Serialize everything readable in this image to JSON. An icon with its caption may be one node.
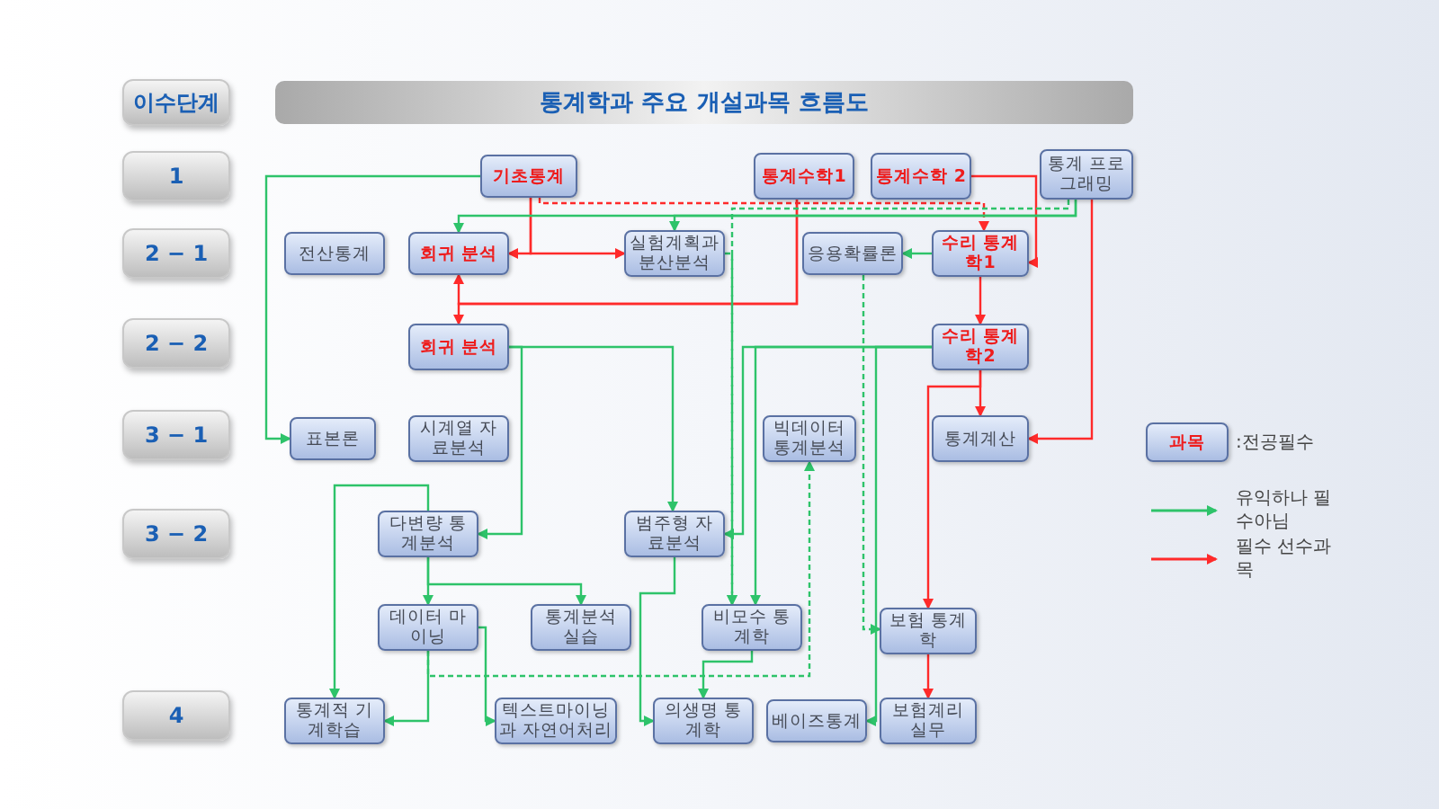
{
  "diagram": {
    "title": "통계학과 주요 개설과목 흐름도",
    "nodes": [
      {
        "text": [
          "이수단계"
        ]
      },
      {
        "text": [
          "1"
        ]
      },
      {
        "text": [
          "2 − 1"
        ]
      },
      {
        "text": [
          "2 − 2"
        ]
      },
      {
        "text": [
          "3 − 1"
        ]
      },
      {
        "text": [
          "3 − 2"
        ]
      },
      {
        "text": [
          "4"
        ]
      },
      {
        "text": [
          "기초통계"
        ]
      },
      {
        "text": [
          "통계수학1"
        ]
      },
      {
        "text": [
          "통계수학 2"
        ]
      },
      {
        "text": [
          "통계 프로그래밍"
        ]
      },
      {
        "text": [
          "전산통계"
        ]
      },
      {
        "text": [
          "회귀 분석"
        ]
      },
      {
        "text": [
          "실험계획과 분산분석"
        ]
      },
      {
        "text": [
          "응용확률론"
        ]
      },
      {
        "text": [
          "수리 통계학1"
        ]
      },
      {
        "text": [
          "회귀 분석"
        ]
      },
      {
        "text": [
          "수리 통계학2"
        ]
      },
      {
        "text": [
          "표본론"
        ]
      },
      {
        "text": [
          "시계열 자료분석"
        ]
      },
      {
        "text": [
          "빅데이터 통계분석"
        ]
      },
      {
        "text": [
          "통계계산"
        ]
      },
      {
        "text": [
          "다변량 통계분석"
        ]
      },
      {
        "text": [
          "범주형 자료분석"
        ]
      },
      {
        "text": [
          "데이터 마이닝"
        ]
      },
      {
        "text": [
          "통계분석 실습"
        ]
      },
      {
        "text": [
          "비모수 통계학"
        ]
      },
      {
        "text": [
          "보험 통계학"
        ]
      },
      {
        "text": [
          "통계적 기계학습"
        ]
      },
      {
        "text": [
          "텍스트마이닝과 자연어처리"
        ]
      },
      {
        "text": [
          "의생명 통계학"
        ]
      },
      {
        "text": [
          "베이즈통계"
        ]
      },
      {
        "text": [
          "보험계리 실무"
        ]
      },
      {
        "text": [
          "과목"
        ],
        "beside": [
          ":전공필수"
        ]
      }
    ],
    "edges": [
      {
        "from": 7,
        "to": 12,
        "arrow": "to",
        "color": "#ff2a2a"
      },
      {
        "from": 7,
        "to": 13,
        "arrow": "to",
        "color": "#ff2a2a"
      },
      {
        "from": 8,
        "to": 12,
        "arrow": "to",
        "color": "#ff2a2a"
      },
      {
        "from": 8,
        "to": 16,
        "arrow": "to",
        "color": "#ff2a2a"
      },
      {
        "from": 7,
        "to": 15,
        "arrow": "to",
        "style": "dashed",
        "color": "#ff2a2a"
      },
      {
        "from": 9,
        "to": 15,
        "arrow": "to",
        "color": "#ff2a2a"
      },
      {
        "from": 15,
        "to": 17,
        "arrow": "to",
        "color": "#ff2a2a"
      },
      {
        "from": 17,
        "to": 21,
        "arrow": "to",
        "color": "#ff2a2a"
      },
      {
        "from": 17,
        "to": 27,
        "arrow": "to",
        "color": "#ff2a2a"
      },
      {
        "from": 27,
        "to": 32,
        "arrow": "to",
        "color": "#ff2a2a"
      },
      {
        "from": 10,
        "to": 21,
        "arrow": "to",
        "color": "#ff2a2a"
      },
      {
        "from": 7,
        "to": 18,
        "arrow": "to"
      },
      {
        "from": 10,
        "to": 12,
        "arrow": "to"
      },
      {
        "from": 10,
        "to": 13,
        "arrow": "to"
      },
      {
        "from": 10,
        "to": 26,
        "arrow": "to",
        "style": "dashed"
      },
      {
        "from": 13,
        "to": 26,
        "arrow": "to",
        "style": "dashed"
      },
      {
        "from": 14,
        "to": 27,
        "arrow": "to",
        "style": "dashed"
      },
      {
        "from": 24,
        "to": 20,
        "arrow": "to",
        "style": "dashed"
      },
      {
        "from": 15,
        "to": 14,
        "arrow": "to"
      },
      {
        "from": 17,
        "to": 23,
        "arrow": "to"
      },
      {
        "from": 17,
        "to": 26,
        "arrow": "to"
      },
      {
        "from": 17,
        "to": 31,
        "arrow": "to"
      },
      {
        "from": 16,
        "to": 22,
        "arrow": "to"
      },
      {
        "from": 16,
        "to": 23,
        "arrow": "to"
      },
      {
        "from": 22,
        "to": 24,
        "arrow": "to"
      },
      {
        "from": 22,
        "to": 25,
        "arrow": "to"
      },
      {
        "from": 22,
        "to": 28,
        "arrow": "to"
      },
      {
        "from": 24,
        "to": 28,
        "arrow": "to"
      },
      {
        "from": 24,
        "to": 29,
        "arrow": "to"
      },
      {
        "from": 23,
        "to": 30,
        "arrow": "to"
      },
      {
        "from": 26,
        "to": 30,
        "arrow": "to"
      }
    ],
    "legend": [
      {
        "text": "유익하나 필수아님"
      },
      {
        "text": "필수 선수과목"
      }
    ]
  }
}
